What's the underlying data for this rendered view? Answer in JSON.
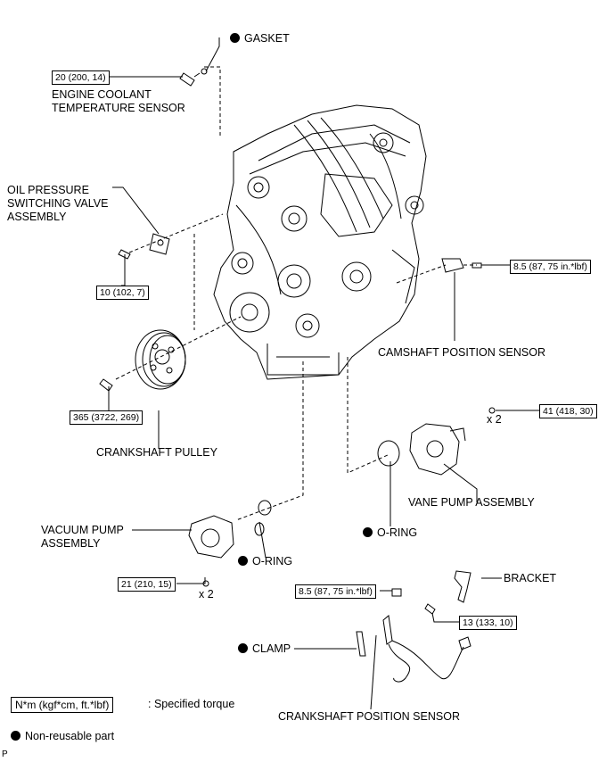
{
  "labels": {
    "gasket": "GASKET",
    "ect_sensor_1": "ENGINE COOLANT",
    "ect_sensor_2": "TEMPERATURE SENSOR",
    "opsv_1": "OIL PRESSURE",
    "opsv_2": "SWITCHING VALVE",
    "opsv_3": "ASSEMBLY",
    "camshaft_sensor": "CAMSHAFT POSITION SENSOR",
    "crankshaft_pulley": "CRANKSHAFT PULLEY",
    "vane_pump": "VANE PUMP ASSEMBLY",
    "o_ring_vane": "O-RING",
    "vacuum_pump_1": "VACUUM PUMP",
    "vacuum_pump_2": "ASSEMBLY",
    "o_ring_vacuum": "O-RING",
    "bracket": "BRACKET",
    "clamp": "CLAMP",
    "crankshaft_sensor": "CRANKSHAFT POSITION SENSOR"
  },
  "torques": {
    "ect": "20 (200, 14)",
    "opsv": "10 (102, 7)",
    "camshaft": "8.5 (87, 75 in.*lbf)",
    "pulley": "365 (3722, 269)",
    "vane_pump": "41 (418, 30)",
    "vacuum_pump": "21 (210, 15)",
    "crank_sensor": "8.5 (87, 75 in.*lbf)",
    "bracket": "13 (133, 10)"
  },
  "quantities": {
    "vane_bolts": "x 2",
    "vacuum_bolts": "x 2"
  },
  "legend": {
    "torque_box": "N*m (kgf*cm, ft.*lbf)",
    "torque_text": ": Specified torque",
    "non_reusable": "Non-reusable part"
  },
  "corner_mark": "P"
}
